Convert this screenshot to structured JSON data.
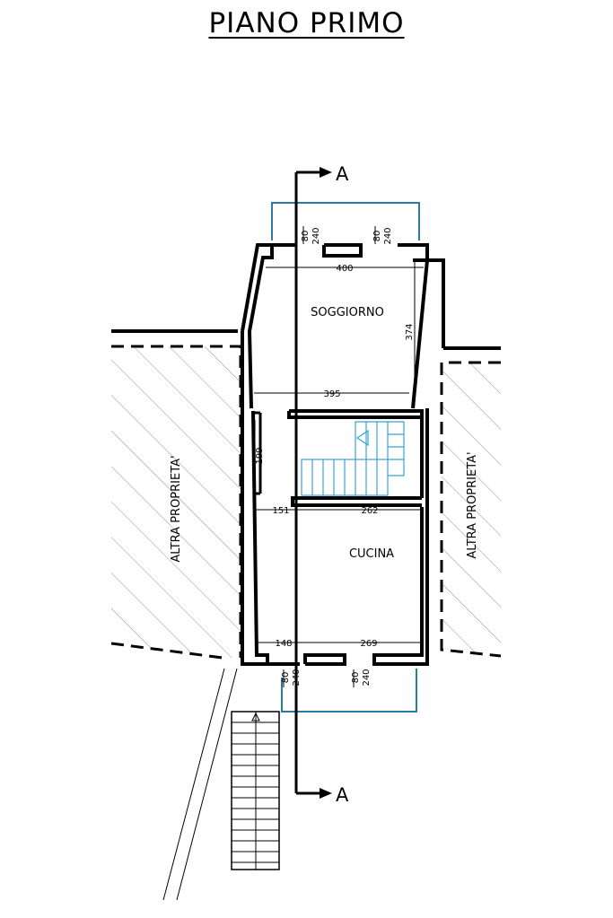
{
  "title": "PIANO PRIMO",
  "section_marker": "A",
  "rooms": {
    "living": "SOGGIORNO",
    "kitchen": "CUCINA",
    "other_left": "ALTRA PROPRIETA'",
    "other_right": "ALTRA PROPRIETA'"
  },
  "dimensions": {
    "living_width_top": "400",
    "living_width_bottom": "395",
    "living_depth": "374",
    "hall_depth": "199",
    "mid_left": "151",
    "mid_right": "262",
    "bottom_left": "148",
    "bottom_right": "269",
    "top_window_left_w": "80",
    "top_window_left_h": "240",
    "top_window_right_w": "80",
    "top_window_right_h": "240",
    "bottom_window_left_w": "80",
    "bottom_window_left_h": "240",
    "bottom_window_right_w": "80",
    "bottom_window_right_h": "240"
  },
  "colors": {
    "walls": "#000000",
    "balcony": "#2b7aa0",
    "stairs": "#37a3d6"
  }
}
